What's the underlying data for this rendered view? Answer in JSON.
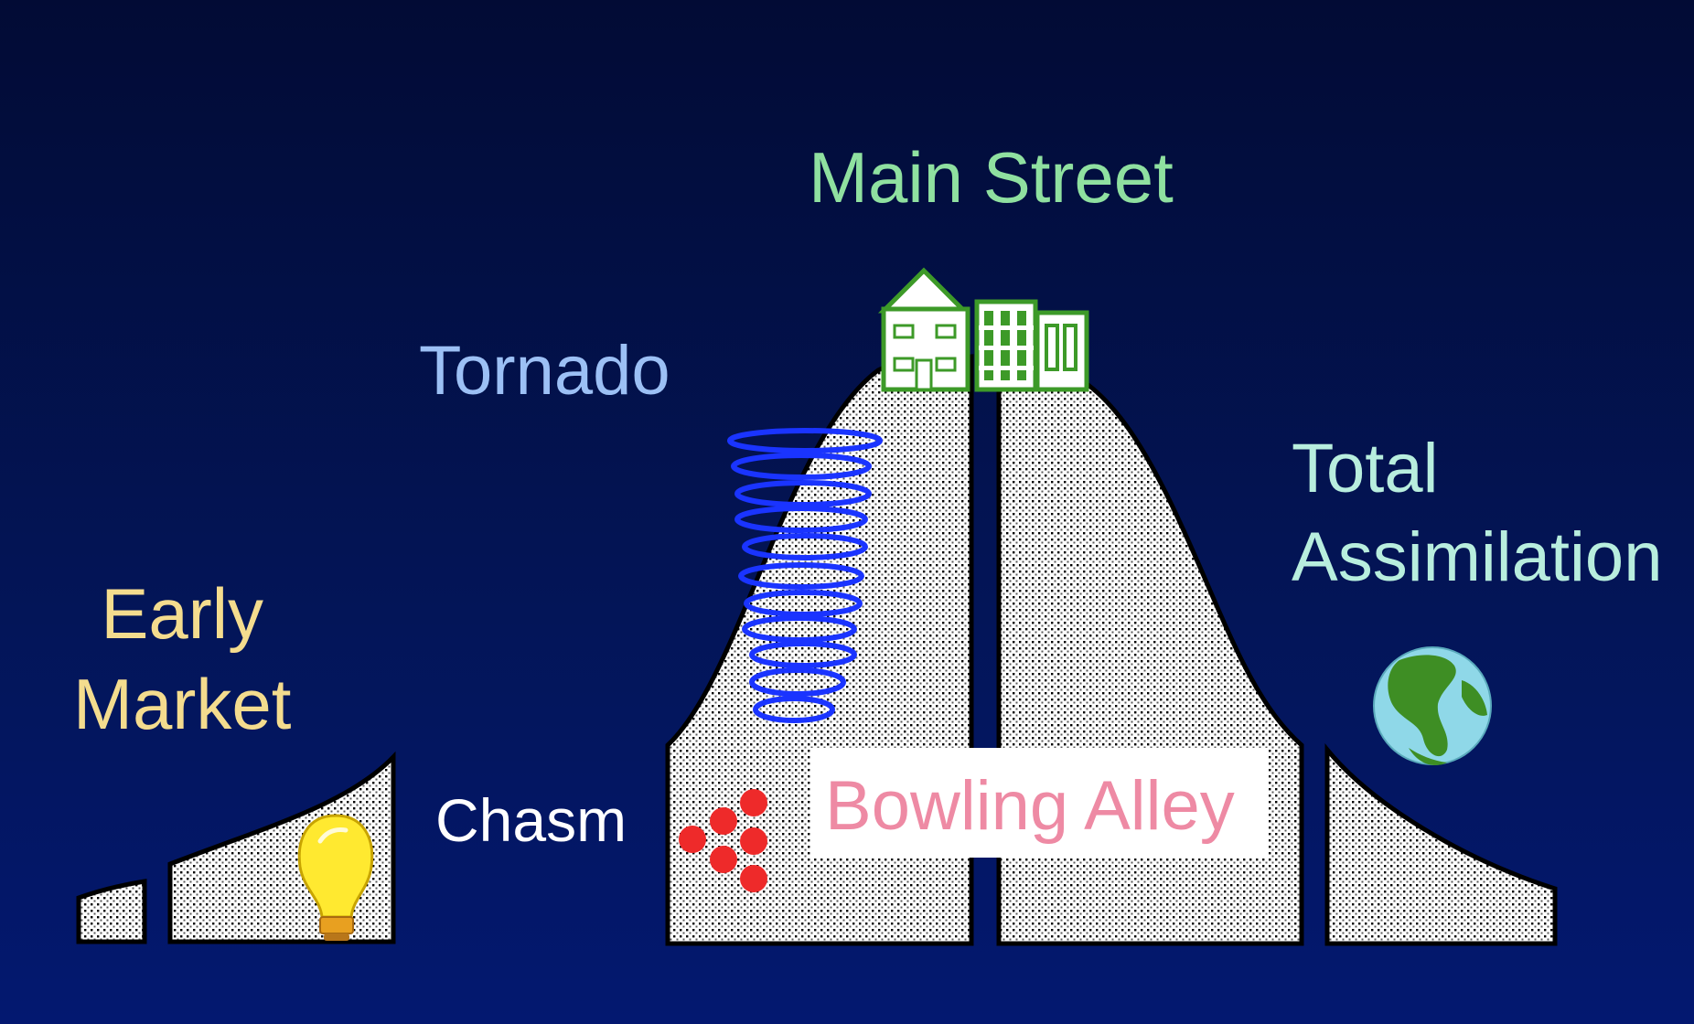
{
  "labels": {
    "main_street": "Main Street",
    "tornado": "Tornado",
    "total_line1": "Total",
    "total_line2": "Assimilation",
    "early_line1": "Early",
    "early_line2": "Market",
    "chasm": "Chasm",
    "bowling_alley": "Bowling Alley"
  },
  "colors": {
    "main_street": "#8fe0a0",
    "tornado": "#9cc0f5",
    "total": "#b8eede",
    "early": "#f4dc8e",
    "chasm": "#ffffff",
    "bowling_alley": "#ee8aa4",
    "tornado_rings": "#1a34ff",
    "buildings": "#3d9a28",
    "pins": "#ee2a2a",
    "bulb": "#ffe930",
    "globe_water": "#8fd8e8",
    "globe_land": "#3e8e24"
  },
  "icons": {
    "early_market": "light-bulb-icon",
    "tornado": "tornado-icon",
    "main_street": "buildings-icon",
    "bowling_alley": "bowling-pins-icon",
    "total_assimilation": "globe-icon"
  }
}
